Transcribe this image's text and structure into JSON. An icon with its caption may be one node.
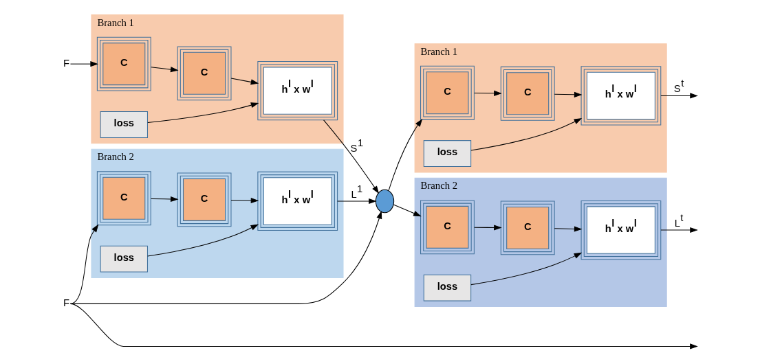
{
  "diagram": {
    "nodes": [
      {
        "text": [
          "Branch 1"
        ]
      },
      {
        "text": [
          "C"
        ],
        "in": 0
      },
      {
        "text": [
          "C"
        ],
        "in": 0
      },
      {
        "text": [
          "h$^{l}$ x w$^{l}$"
        ],
        "in": 0
      },
      {
        "text": [
          "loss"
        ],
        "in": 0
      },
      {
        "text": [
          "Branch 2"
        ]
      },
      {
        "text": [
          "C"
        ],
        "in": 5
      },
      {
        "text": [
          "C"
        ],
        "in": 5
      },
      {
        "text": [
          "h$^{l}$ x w$^{l}$"
        ],
        "in": 5
      },
      {
        "text": [
          "loss"
        ],
        "in": 5
      },
      {
        "text": [],
        "shape": "circle"
      },
      {
        "text": [
          "Branch 1"
        ]
      },
      {
        "text": [
          "C"
        ],
        "in": 11
      },
      {
        "text": [
          "C"
        ],
        "in": 11
      },
      {
        "text": [
          "h$^{l}$ x w$^{l}$"
        ],
        "in": 11
      },
      {
        "text": [
          "loss"
        ],
        "in": 11
      },
      {
        "text": [
          "Branch 2"
        ]
      },
      {
        "text": [
          "C"
        ],
        "in": 16
      },
      {
        "text": [
          "C"
        ],
        "in": 16
      },
      {
        "text": [
          "h$^{l}$ x w$^{l}$"
        ],
        "in": 16
      },
      {
        "text": [
          "loss"
        ],
        "in": 16
      },
      {
        "text": [
          "F"
        ]
      },
      {
        "text": [
          "F"
        ]
      }
    ],
    "edges": [
      {
        "from": 21,
        "to": 1,
        "arrow": "to"
      },
      {
        "from": 1,
        "to": 2,
        "arrow": "to"
      },
      {
        "from": 2,
        "to": 3,
        "arrow": "to"
      },
      {
        "from": 4,
        "to": 3,
        "arrow": "to"
      },
      {
        "from": 22,
        "to": 6,
        "arrow": "to"
      },
      {
        "from": 6,
        "to": 7,
        "arrow": "to"
      },
      {
        "from": 7,
        "to": 8,
        "arrow": "to"
      },
      {
        "from": 9,
        "to": 8,
        "arrow": "to"
      },
      {
        "from": 3,
        "to": 10,
        "arrow": "to",
        "label": "S$^{1}$"
      },
      {
        "from": 8,
        "to": 10,
        "arrow": "to",
        "label": "L$^{1}$"
      },
      {
        "from": 22,
        "to": 10,
        "arrow": "to"
      },
      {
        "from": 10,
        "to": 12,
        "arrow": "to"
      },
      {
        "from": 10,
        "to": 17,
        "arrow": "to"
      },
      {
        "from": 12,
        "to": 13,
        "arrow": "to"
      },
      {
        "from": 13,
        "to": 14,
        "arrow": "to"
      },
      {
        "from": 15,
        "to": 14,
        "arrow": "to"
      },
      {
        "from": 14,
        "to": null,
        "arrow": "to",
        "label": "S$^{t}$"
      },
      {
        "from": 17,
        "to": 18,
        "arrow": "to"
      },
      {
        "from": 18,
        "to": 19,
        "arrow": "to"
      },
      {
        "from": 20,
        "to": 19,
        "arrow": "to"
      },
      {
        "from": 19,
        "to": null,
        "arrow": "to",
        "label": "L$^{t}$"
      },
      {
        "from": 22,
        "to": null,
        "arrow": "to"
      }
    ]
  }
}
